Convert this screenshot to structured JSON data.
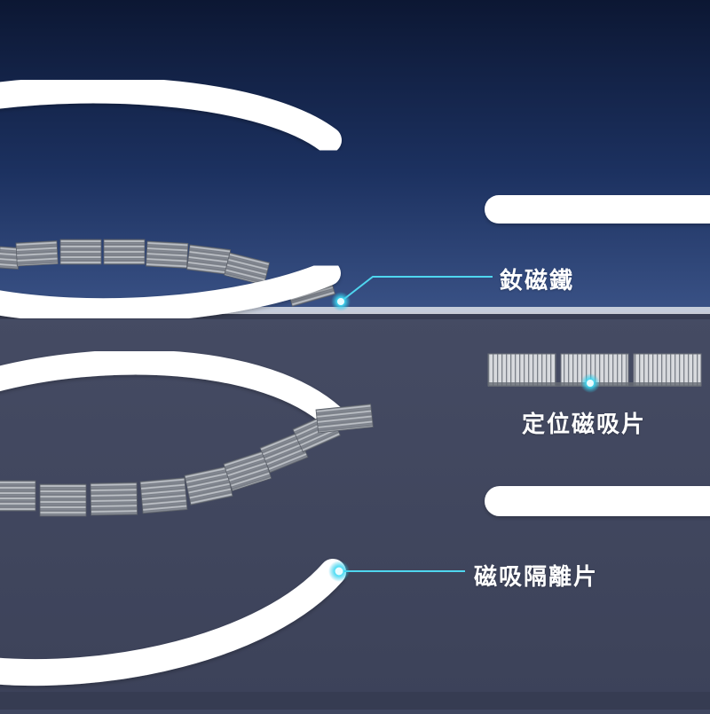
{
  "callouts": {
    "ndfeb_magnet": "釹磁鐵",
    "positioning_magnet": "定位磁吸片",
    "isolation_sheet": "磁吸隔離片"
  },
  "colors": {
    "background_top": "#0e1b39",
    "background_mid": "#283d68",
    "background_lower": "#3f4660",
    "white_parts": "#ffffff",
    "magnet_metal": "#b9bcc3",
    "glow_dot": "#38d7f2",
    "leader_line": "#4fd6ef"
  }
}
